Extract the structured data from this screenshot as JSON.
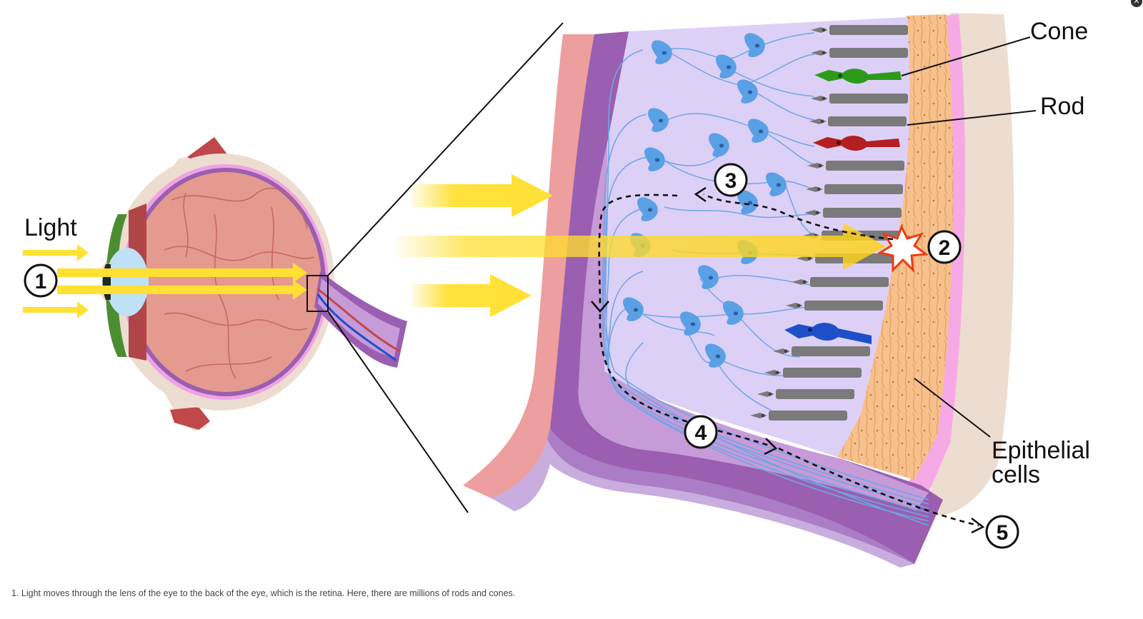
{
  "labels": {
    "light": "Light",
    "cone": "Cone",
    "rod": "Rod",
    "epithelial_line1": "Epithelial",
    "epithelial_line2": "cells"
  },
  "steps": [
    "1",
    "2",
    "3",
    "4",
    "5"
  ],
  "caption": "1. Light moves through the lens of the eye to the back of the eye, which is the retina. Here, there are millions of rods and cones.",
  "colors": {
    "light_arrow": "#ffe033",
    "sclera": "#eddcd0",
    "eye_interior": "#e59a8f",
    "retina_purple": "#9a5fb0",
    "retina_light": "#ddd0f7",
    "neuron": "#5aa0e6",
    "rod": "#7a7a7a",
    "cone_green": "#2e9a1c",
    "cone_red": "#b41f1f",
    "cone_blue": "#1f4fc8",
    "epithelium": "#f7c08c",
    "pink_layer": "#f7a9e6"
  },
  "icons": {
    "close": "close-icon"
  }
}
